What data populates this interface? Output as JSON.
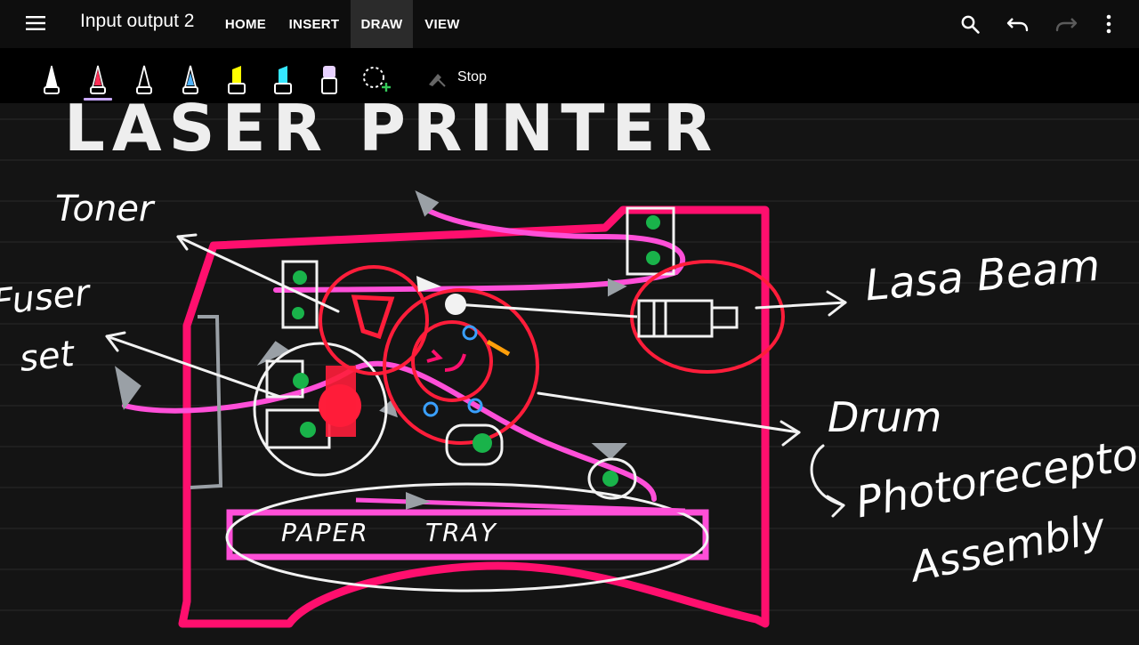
{
  "appbar": {
    "title": "Input output 2",
    "tabs": [
      {
        "label": "HOME",
        "active": false
      },
      {
        "label": "INSERT",
        "active": false
      },
      {
        "label": "DRAW",
        "active": true
      },
      {
        "label": "VIEW",
        "active": false
      }
    ],
    "icons": [
      "menu-icon",
      "search-icon",
      "undo-icon",
      "redo-icon",
      "more-icon"
    ]
  },
  "toolbar": {
    "tools": [
      {
        "name": "pen-white",
        "color": "#ffffff"
      },
      {
        "name": "pen-red",
        "color": "#ff2d55",
        "selected": true
      },
      {
        "name": "pen-white-2",
        "color": "#ffffff"
      },
      {
        "name": "pen-blue",
        "color": "#4fb3ff"
      },
      {
        "name": "highlighter-yellow",
        "color": "#ffff00"
      },
      {
        "name": "highlighter-cyan",
        "color": "#35e7ff"
      },
      {
        "name": "eraser",
        "color": "#e8d2ff"
      },
      {
        "name": "lasso-select",
        "color": "#34c759"
      }
    ],
    "stop_label": "Stop"
  },
  "canvas": {
    "title_text": "LASER PRINTER",
    "labels": {
      "toner": "Toner",
      "fuser": "Fuser",
      "set": "set",
      "laser_beam": "Lasa Beam",
      "drum": "Drum",
      "photoreceptor": "Photorecepto",
      "assembly": "Assembly",
      "paper": "PAPER",
      "tray": "TRAY"
    },
    "colors": {
      "ink_white": "#f2f2f2",
      "ink_pink": "#ff0f6e",
      "ink_red": "#ff1d3a",
      "ink_magenta": "#ff4fd8",
      "ink_green": "#19b34a",
      "ink_gray": "#9aa0a6",
      "ink_blue": "#3aa0ff"
    }
  }
}
